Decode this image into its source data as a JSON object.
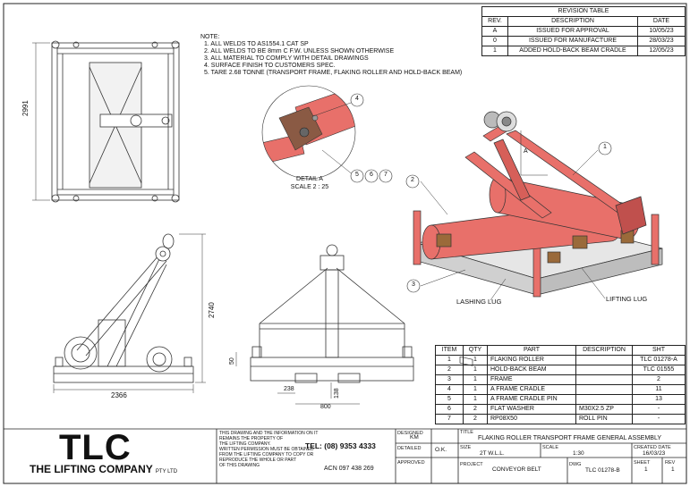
{
  "notes": {
    "heading": "NOTE:",
    "lines": [
      "1. ALL WELDS TO AS1554.1 CAT SP",
      "2. ALL WELDS TO BE 8mm C F.W. UNLESS SHOWN OTHERWISE",
      "3. ALL MATERIAL TO COMPLY WITH DETAIL DRAWINGS",
      "4. SURFACE FINISH TO CUSTOMERS SPEC.",
      "5. TARE 2.68 TONNE (TRANSPORT FRAME, FLAKING ROLLER AND HOLD-BACK BEAM)"
    ]
  },
  "revision_table": {
    "title": "REVISION TABLE",
    "headers": [
      "REV.",
      "DESCRIPTION",
      "DATE"
    ],
    "rows": [
      [
        "A",
        "ISSUED FOR APPROVAL",
        "10/05/23"
      ],
      [
        "0",
        "ISSUED FOR MANUFACTURE",
        "28/03/23"
      ],
      [
        "1",
        "ADDED HOLD-BACK BEAM CRADLE",
        "12/05/23"
      ]
    ]
  },
  "detail": {
    "title": "DETAIL A",
    "scale": "SCALE 2 : 25",
    "balloons": [
      "4",
      "5",
      "6",
      "7"
    ]
  },
  "iso_view": {
    "balloons": [
      "1",
      "2",
      "3"
    ],
    "view_label": "A",
    "lashing_lug": "LASHING LUG",
    "lifting_lug": "LIFTING LUG"
  },
  "dimensions": {
    "top_view_height": "2991",
    "side_view_height": "2740",
    "side_view_width": "2366",
    "front_50": "50",
    "front_138": "138",
    "front_238": "238",
    "front_800": "800"
  },
  "parts_list": {
    "headers": [
      "ITEM",
      "QTY",
      "PART",
      "DESCRIPTION",
      "SHT"
    ],
    "rows": [
      [
        "1",
        "1",
        "FLAKING ROLLER",
        "",
        "TLC 01278-A"
      ],
      [
        "2",
        "1",
        "HOLD-BACK BEAM",
        "",
        "TLC 01555"
      ],
      [
        "3",
        "1",
        "FRAME",
        "",
        "2"
      ],
      [
        "4",
        "1",
        "A FRAME CRADLE",
        "",
        "11"
      ],
      [
        "5",
        "1",
        "A FRAME CRADLE PIN",
        "",
        "13"
      ],
      [
        "6",
        "2",
        "FLAT WASHER",
        "M30X2.5 ZP",
        "-"
      ],
      [
        "7",
        "2",
        "RP08X50",
        "ROLL PIN",
        "-"
      ]
    ]
  },
  "title_block": {
    "logo_text": "TLC",
    "company_name": "THE LIFTING COMPANY",
    "company_suffix": "PTY LTD",
    "phone": "TEL: (08) 9353 4333",
    "acn": "ACN 097 438 269",
    "copyright": [
      "THIS DRAWING AND THE INFORMATION ON IT",
      "REMAINS THE PROPERTY OF",
      "THE LIFTING COMPANY.",
      "WRITTEN PERMISSION MUST BE OBTAINED",
      "FROM THE LIFTING COMPANY TO COPY OR",
      "REPRODUCE THE WHOLE OR PART",
      "OF THIS DRAWING"
    ],
    "designed_label": "DESIGNED",
    "designed_value": "KM",
    "detailed_label": "DETAILED",
    "detailed_value": "O.K.",
    "approved_label": "APPROVED",
    "title_label": "TITLE",
    "title_value": "FLAKING ROLLER TRANSPORT FRAME GENERAL ASSEMBLY",
    "size_label": "SIZE",
    "size_value": "2T W.L.L.",
    "scale_label": "SCALE",
    "scale_value": "1:30",
    "created_label": "CREATED DATE",
    "created_value": "16/03/23",
    "project_label": "PROJECT",
    "project_value": "CONVEYOR BELT",
    "dwg_label": "DWG",
    "dwg_value": "TLC 01278-B",
    "sheet_label": "SHEET",
    "sheet_value": "1",
    "rev_label": "REV",
    "rev_value": "1"
  },
  "colors": {
    "frame_red": "#e8706a",
    "frame_dark": "#c0504d",
    "galv": "#d8d8d8",
    "line": "#222222"
  }
}
